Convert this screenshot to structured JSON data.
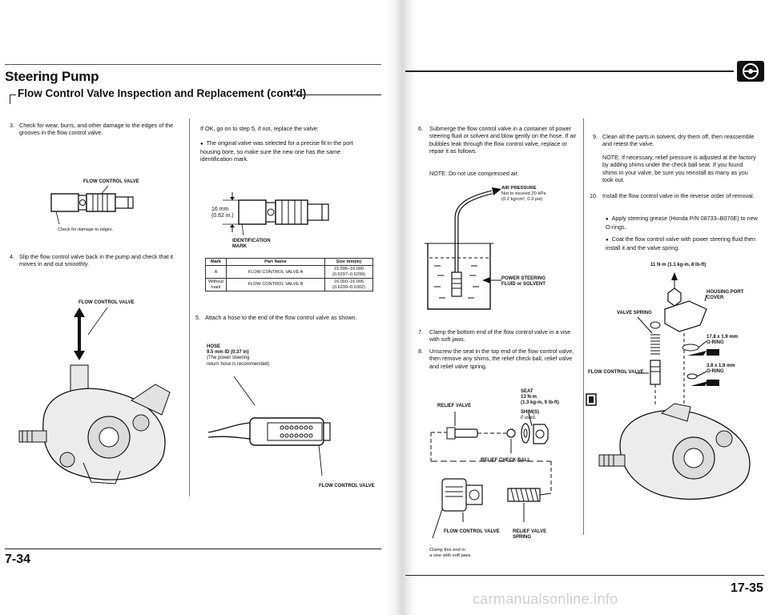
{
  "header": {
    "title": "Steering Pump",
    "subtitle": "Flow Control Valve Inspection and Replacement (cont'd)"
  },
  "left_page": {
    "step3": {
      "num": "3.",
      "text": "Check for wear, burrs, and other damage to the edges of the grooves in the flow control valve."
    },
    "fig1": {
      "label": "FLOW CONTROL VALVE",
      "callout": "Check for damage to edges."
    },
    "step4": {
      "num": "4.",
      "text": "Slip the flow control valve back in the pump and check that it moves in and out smoothly."
    },
    "fig2": {
      "label": "FLOW CONTROL VALVE"
    },
    "ifok": "If OK, go on to step 5, if not, replace the valve:",
    "bullet1": "The original valve was selected for a precise fit in the port housing bore, so make sure the new one has the same identification mark.",
    "fig3": {
      "dim1": "16 mm",
      "dim2": "(0.62 in.)",
      "label1": "IDENTIFICATION",
      "label2": "MARK"
    },
    "table": {
      "headers": [
        "Mark",
        "Part Name",
        "Size mm(in)"
      ],
      "rows": [
        [
          "A",
          "FLOW CONTROL VALVE A",
          "15.995–16.000",
          "(0.6297–0.6299)"
        ],
        [
          "Without mark",
          "FLOW CONTROL VALVE B",
          "16.000–16.006",
          "(0.6299–0.6302)"
        ]
      ]
    },
    "step5": {
      "num": "5.",
      "text": "Attach a hose to the end of the flow control valve as shown."
    },
    "fig4": {
      "hose1": "HOSE",
      "hose2": "9.5 mm ID (0.37 in)",
      "hose3": "(The power steering",
      "hose4": "return hose is recommended)",
      "label": "FLOW CONTROL VALVE"
    },
    "page_number": "7-34"
  },
  "right_page": {
    "step6": {
      "num": "6.",
      "text": "Submerge the flow control valve in a container of power steering fluid or solvent and blow gently on the hose. If air bubbles leak through the flow control valve, replace or repair it as follows."
    },
    "note6": "NOTE: Do not use compressed air.",
    "fig5": {
      "air1": "AIR PRESSURE",
      "air2": "Not to exceed 20 kPa",
      "air3": "(0.2 kg/cm², 0.3 psi)",
      "fluid1": "POWER STEERING",
      "fluid2": "FLUID or SOLVENT"
    },
    "step7": {
      "num": "7.",
      "text": "Clamp the bottom end of the flow control valve in a vise with soft jaws."
    },
    "step8": {
      "num": "8.",
      "text": "Unscrew the seat in the top end of the flow control valve, then remove any shims, the relief check ball, relief valve and relief valve spring."
    },
    "fig6": {
      "seat": "SEAT",
      "torque1": "13 N·m",
      "torque2": "(1.3 kg-m, 9 lb-ft)",
      "relief_valve": "RELIEF VALVE",
      "shims": "SHIM(S)",
      "shims_note": "if used.",
      "check_ball": "RELIEF CHECK BALL",
      "fcv": "FLOW CONTROL VALVE",
      "spring1": "RELIEF VALVE",
      "spring2": "SPRING",
      "clamp1": "Clamp this end in",
      "clamp2": "a vise with soft jaws."
    },
    "step9": {
      "num": "9.",
      "text": "Clean all the parts in solvent, dry them off, then reassemble and retest the valve."
    },
    "note9": "NOTE: If necessary, relief pressure is adjusted at the factory by adding shims under the check ball seat. If you found shims in your valve, be sure you reinstall as many as you took out.",
    "step10": {
      "num": "10.",
      "text": "Install the flow control valve in the reverse order of removal."
    },
    "bullet2": "Apply steering grease (Honda P/N 08733–B070E) to new O-rings.",
    "bullet3": "Coat the flow control valve with power steering fluid then install it and the valve spring.",
    "fig7": {
      "torque": "11 N·m (1.1 kg-m, 8 lb-ft)",
      "housing1": "HOUSING PORT",
      "housing2": "COVER",
      "spring": "VALVE SPRING",
      "oring1a": "17.8 x 1.9 mm",
      "oring1b": "O-RING",
      "oring2a": "3.8 x 1.9 mm",
      "oring2b": "O-RING",
      "fcv": "FLOW CONTROL VALVE"
    },
    "page_number": "17-35"
  },
  "watermark": "carmanualsonline.info"
}
